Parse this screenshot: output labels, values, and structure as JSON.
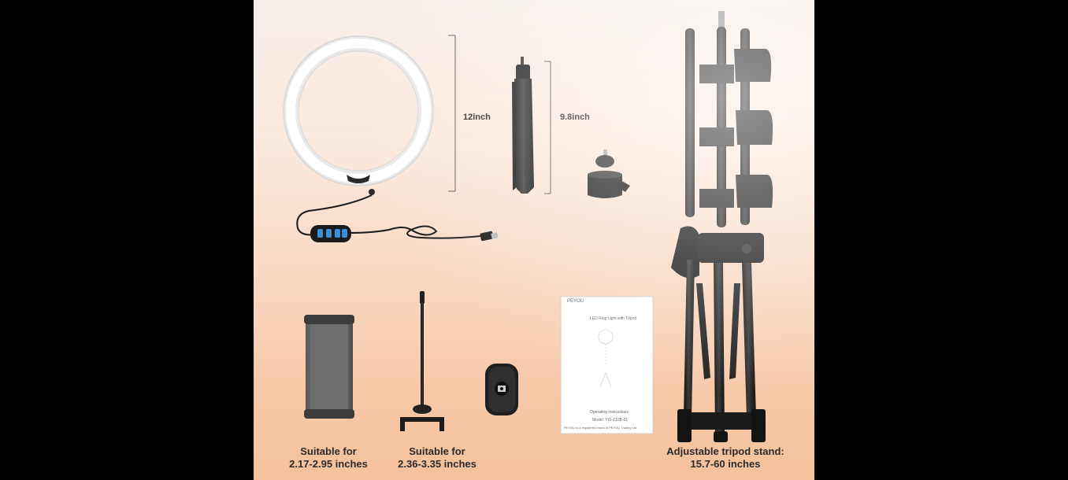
{
  "labels": {
    "ring_size": "12inch",
    "mini_tripod_size": "9.8inch",
    "clamp_range_line1": "Suitable for",
    "clamp_range_line2": "2.17-2.95 inches",
    "holder_range_line1": "Suitable for",
    "holder_range_line2": "2.36-3.35 inches",
    "stand_line1": "Adjustable tripod stand:",
    "stand_line2": "15.7-60 inches"
  },
  "manual": {
    "brand": "PEYOU",
    "title": "LED Ring Light with Tripod",
    "ops": "Operating Instructions",
    "model": "Model: YIS-Z10B-01",
    "footer": "PEYOU is a registered brand of PEYOU Trading Ltd."
  },
  "colors": {
    "ring": "#f4f4f4",
    "product_dark": "#1c1c1c",
    "accent_buttons": "#3a8fd6"
  }
}
